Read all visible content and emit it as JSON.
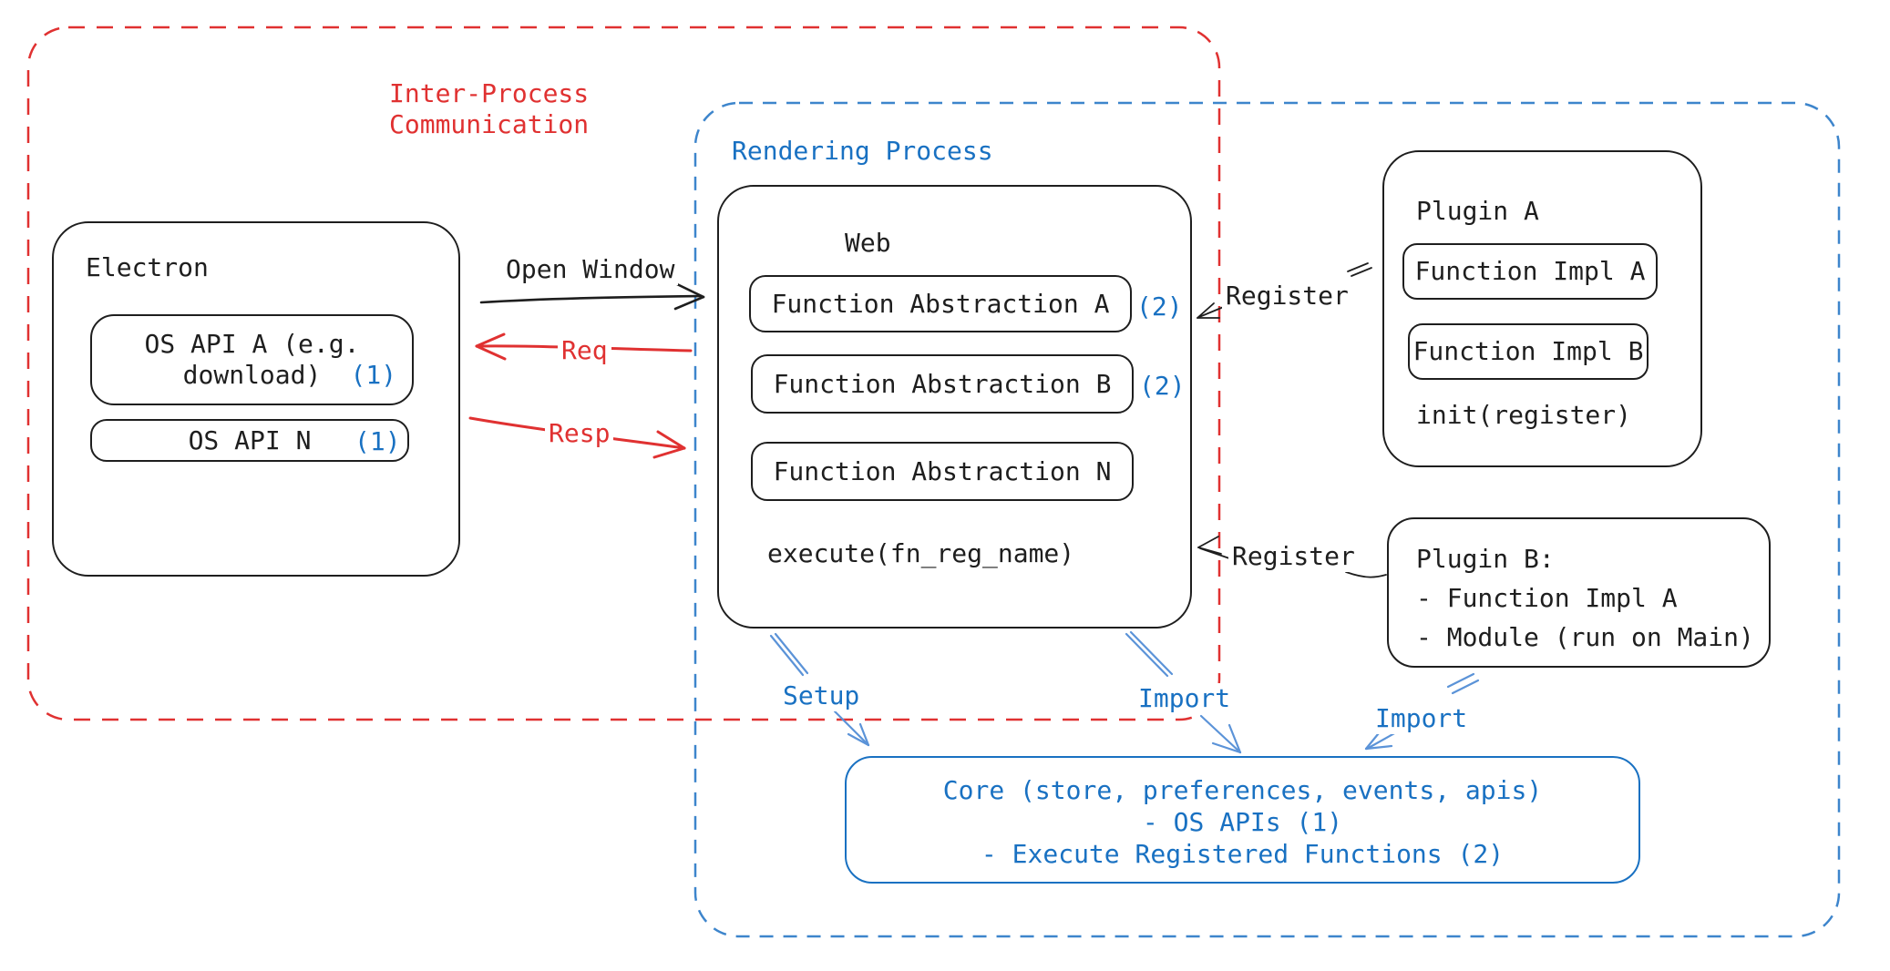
{
  "colors": {
    "ink": "#1e1e1e",
    "red": "#e03131",
    "blue": "#1971c2",
    "arrow_blue": "#5b93d8"
  },
  "regions": {
    "ipc": {
      "label_line1": "Inter-Process",
      "label_line2": "Communication"
    },
    "rendering": {
      "label": "Rendering Process"
    }
  },
  "electron": {
    "title": "Electron",
    "os_api_a": {
      "line1": "OS API A (e.g.",
      "line2": "download)",
      "badge": "(1)"
    },
    "os_api_n": {
      "label": "OS API N",
      "badge": "(1)"
    }
  },
  "web": {
    "title": "Web",
    "fa_a": {
      "label": "Function Abstraction A",
      "badge": "(2)"
    },
    "fa_b": {
      "label": "Function Abstraction B",
      "badge": "(2)"
    },
    "fa_n": {
      "label": "Function Abstraction N"
    },
    "execute": "execute(fn_reg_name)"
  },
  "plugin_a": {
    "title": "Plugin A",
    "impl_a": "Function Impl A",
    "impl_b": "Function Impl B",
    "init": "init(register)"
  },
  "plugin_b": {
    "line1": "Plugin B:",
    "line2": "- Function Impl A",
    "line3": "- Module (run on Main)"
  },
  "core": {
    "line1": "Core (store, preferences, events, apis)",
    "line2": "- OS APIs (1)",
    "line3": "- Execute Registered Functions (2)"
  },
  "arrows": {
    "open_window": "Open Window",
    "req": "Req",
    "resp": "Resp",
    "register_a": "Register",
    "register_b": "Register",
    "setup": "Setup",
    "import_web": "Import",
    "import_plugin": "Import"
  }
}
